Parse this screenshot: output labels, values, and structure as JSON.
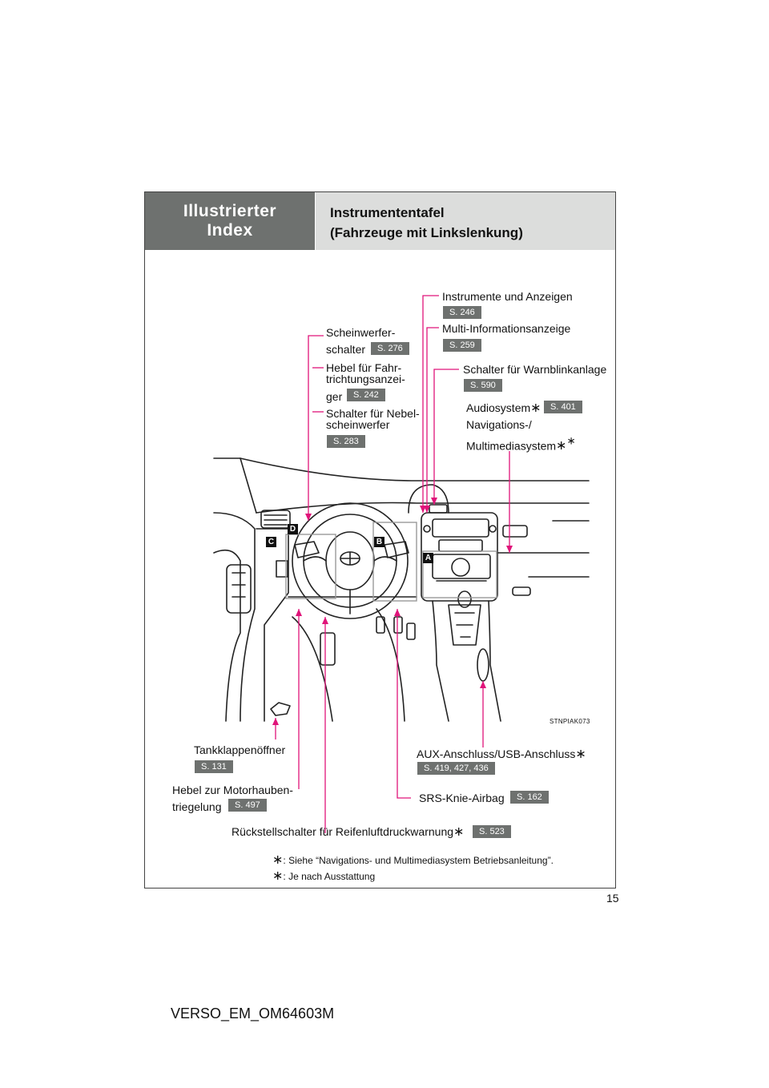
{
  "header": {
    "section": "Illustrierter\nIndex",
    "title_line1": "Instrumententafel",
    "title_line2": "(Fahrzeuge mit Linkslenkung)"
  },
  "labels": {
    "instrumente": "Instrumente und Anzeigen",
    "instrumente_page": "S. 246",
    "multi_info": "Multi-Informationsanzeige",
    "multi_info_page": "S. 259",
    "scheinwerfer_1": "Scheinwerfer-",
    "scheinwerfer_2": "schalter",
    "scheinwerfer_page": "S. 276",
    "hebel_1": "Hebel für Fahr-",
    "hebel_2": "trichtungsanzei-",
    "hebel_3": "ger",
    "hebel_page": "S. 242",
    "nebel_1": "Schalter für Nebel-",
    "nebel_2": "scheinwerfer",
    "nebel_page": "S. 283",
    "warnblink": "Schalter für Warnblinkanlage",
    "warnblink_page": "S. 590",
    "audio": "Audiosystem",
    "audio_page": "S. 401",
    "navi_1": "Navigations-/",
    "navi_2": "Multimediasystem",
    "tank": "Tankklappenöffner",
    "tank_page": "S. 131",
    "motorhaube_1": "Hebel zur Motorhauben-",
    "motorhaube_2": "triegelung",
    "motorhaube_page": "S. 497",
    "aux": "AUX-Anschluss/USB-Anschluss",
    "aux_page": "S. 419, 427, 436",
    "srs": "SRS-Knie-Airbag",
    "srs_page": "S. 162",
    "reifen": "Rückstellschalter für Reifenluftdruckwarnung",
    "reifen_page": "S. 523"
  },
  "markers": {
    "a": "A",
    "b": "B",
    "c": "C",
    "d": "D"
  },
  "footnotes": {
    "note1": ": Siehe “Navigations- und Multimediasystem Betriebsanleitung”.",
    "note2": ": Je nach Ausstattung"
  },
  "illustration_code": "STNPIAK073",
  "page_number": "15",
  "doc_code": "VERSO_EM_OM64603M",
  "colors": {
    "leader": "#e0147a",
    "badge": "#6e716f",
    "header_dark": "#6e716f",
    "header_light": "#dcdddc"
  }
}
